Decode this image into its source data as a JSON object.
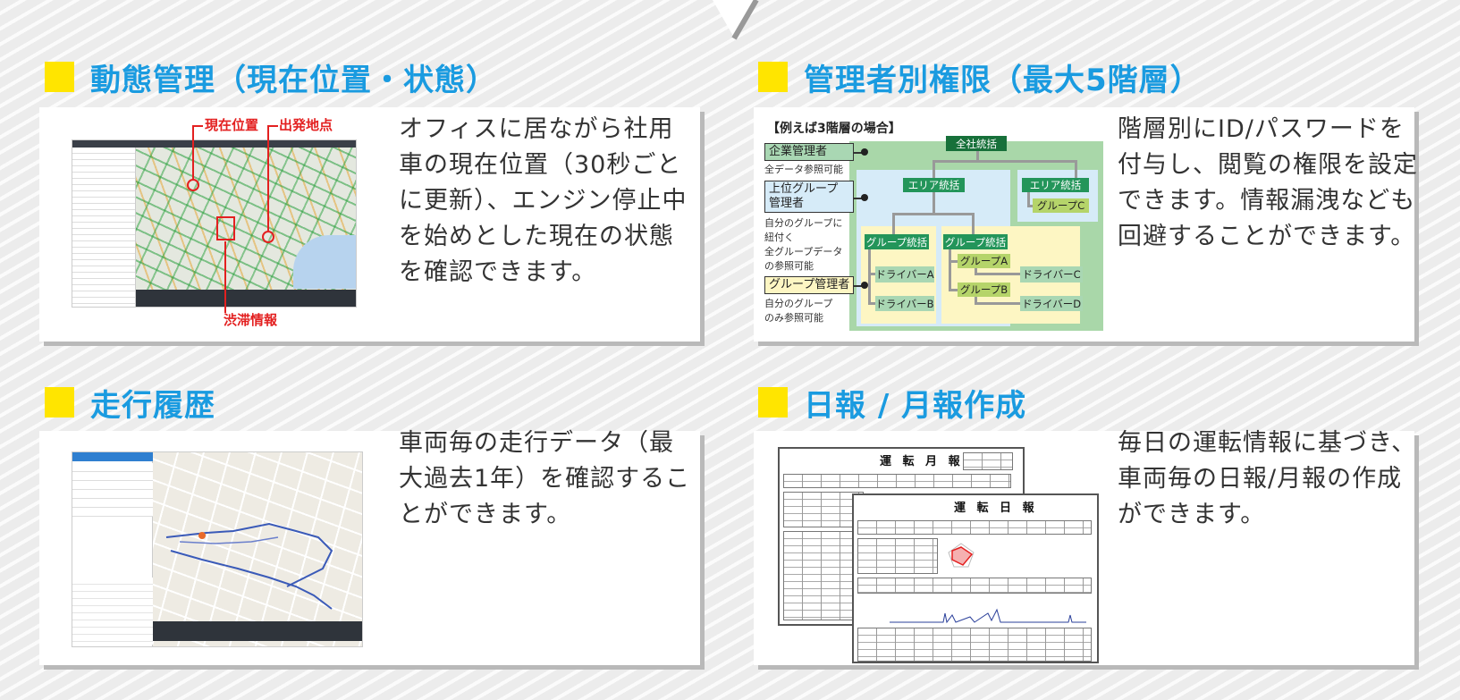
{
  "sections": [
    {
      "title": "動態管理（現在位置・状態）",
      "description": [
        "オフィスに居ながら社用",
        "車の現在位置（30秒ごと",
        "に更新）、エンジン停止中",
        "を始めとした現在の状態",
        "を確認できます。"
      ],
      "annotations": {
        "current_position": "現在位置",
        "departure_point": "出発地点",
        "traffic_info": "渋滞情報"
      }
    },
    {
      "title": "管理者別権限（最大5階層）",
      "description": [
        "階層別にID/パスワードを",
        "付与し、閲覧の権限を設定",
        "できます。情報漏洩なども",
        "回避することができます。"
      ],
      "diagram": {
        "caption": "【例えば3階層の場合】",
        "roles": [
          {
            "name": "企業管理者",
            "note": [
              "全データ参照可能"
            ],
            "color": "#a9d7b3"
          },
          {
            "name": "上位グループ\n管理者",
            "note": [
              "自分のグループに",
              "紐付く",
              "全グループデータ",
              "の参照可能"
            ],
            "color": "#d6ebf8"
          },
          {
            "name": "グループ管理者",
            "note": [
              "自分のグループ",
              "のみ参照可能"
            ],
            "color": "#fdf6c3"
          }
        ],
        "top": "全社統括",
        "area_left": "エリア統括",
        "area_right": "エリア統括",
        "group_c": "グループC",
        "group_lead_left": "グループ統括",
        "group_lead_right": "グループ統括",
        "group_a": "グループA",
        "group_b": "グループB",
        "driver_a": "ドライバーA",
        "driver_b": "ドライバーB",
        "driver_c": "ドライバーC",
        "driver_d": "ドライバーD"
      }
    },
    {
      "title": "走行履歴",
      "description": [
        "車両毎の走行データ（最",
        "大過去1年）を確認するこ",
        "とができます。"
      ]
    },
    {
      "title": "日報 / 月報作成",
      "description": [
        "毎日の運転情報に基づき、",
        "車両毎の日報/月報の作成",
        "ができます。"
      ],
      "documents": {
        "monthly_title": "運 転 月 報",
        "daily_title": "運 転 日 報"
      }
    }
  ],
  "colors": {
    "accent_blue": "#1a9be0",
    "marker_yellow": "#ffe500",
    "annotation_red": "#e32020"
  }
}
